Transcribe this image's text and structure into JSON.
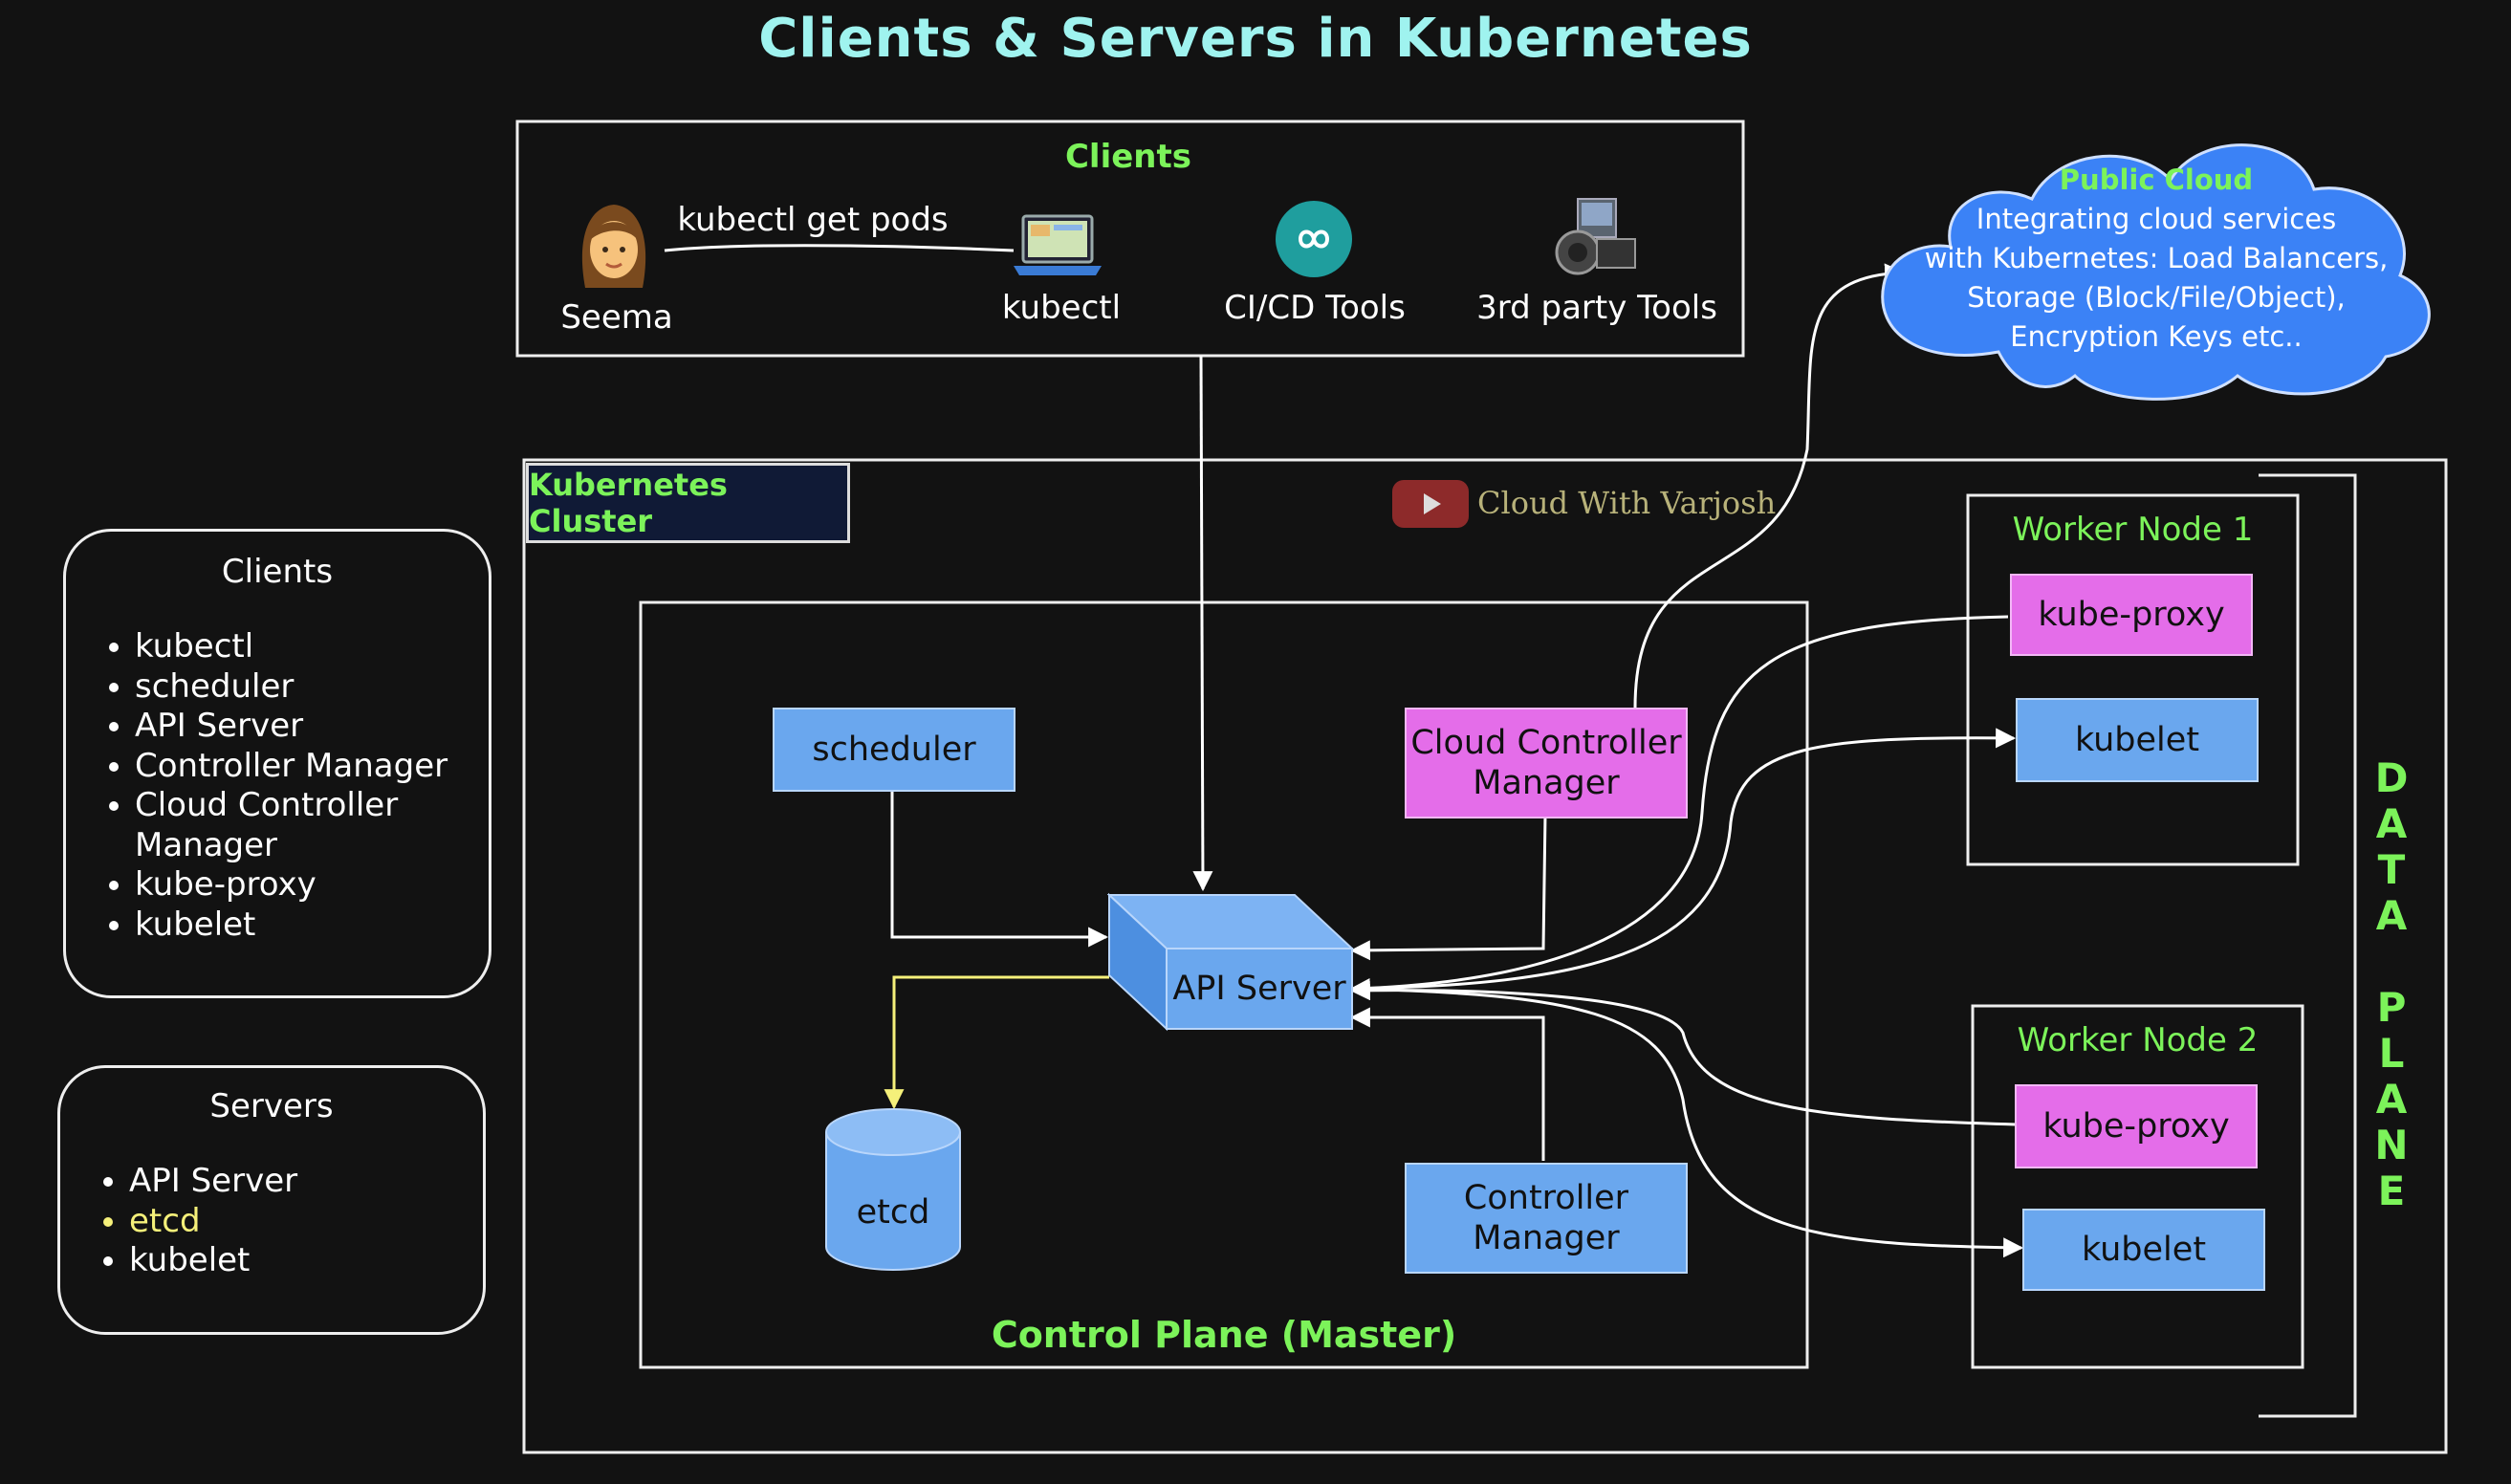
{
  "title": "Clients & Servers in Kubernetes",
  "clients_panel": {
    "heading": "Clients",
    "user_label": "Seema",
    "command": "kubectl get pods",
    "tools": [
      {
        "label": "kubectl",
        "icon": "laptop-icon"
      },
      {
        "label": "CI/CD Tools",
        "icon": "infinity-icon"
      },
      {
        "label": "3rd party Tools",
        "icon": "camera-icon"
      }
    ]
  },
  "public_cloud": {
    "heading": "Public Cloud",
    "lines": [
      "Integrating cloud services",
      "with Kubernetes: Load Balancers,",
      "Storage (Block/File/Object),",
      "Encryption Keys etc.."
    ]
  },
  "cluster": {
    "label": "Kubernetes Cluster",
    "watermark": "Cloud With Varjosh",
    "control_plane_label": "Control Plane (Master)",
    "data_plane_label": "DATA PLANE",
    "components": {
      "scheduler": "scheduler",
      "ccm": "Cloud Controller Manager",
      "api_server": "API Server",
      "etcd": "etcd",
      "controller_manager": "Controller Manager"
    },
    "worker_nodes": [
      {
        "title": "Worker Node 1",
        "proxy": "kube-proxy",
        "kubelet": "kubelet"
      },
      {
        "title": "Worker Node 2",
        "proxy": "kube-proxy",
        "kubelet": "kubelet"
      }
    ]
  },
  "legend_clients": {
    "heading": "Clients",
    "items": [
      "kubectl",
      "scheduler",
      "API Server",
      "Controller Manager",
      "Cloud Controller Manager",
      "kube-proxy",
      "kubelet"
    ]
  },
  "legend_servers": {
    "heading": "Servers",
    "items": [
      "API Server",
      "etcd",
      "kubelet"
    ]
  },
  "colors": {
    "title": "#9ff3ef",
    "green": "#7cf35a",
    "blue_box": "#6aa7ee",
    "pink_box": "#e46de9",
    "cloud": "#3b82f6",
    "etcd_highlight": "#f5f07a"
  }
}
